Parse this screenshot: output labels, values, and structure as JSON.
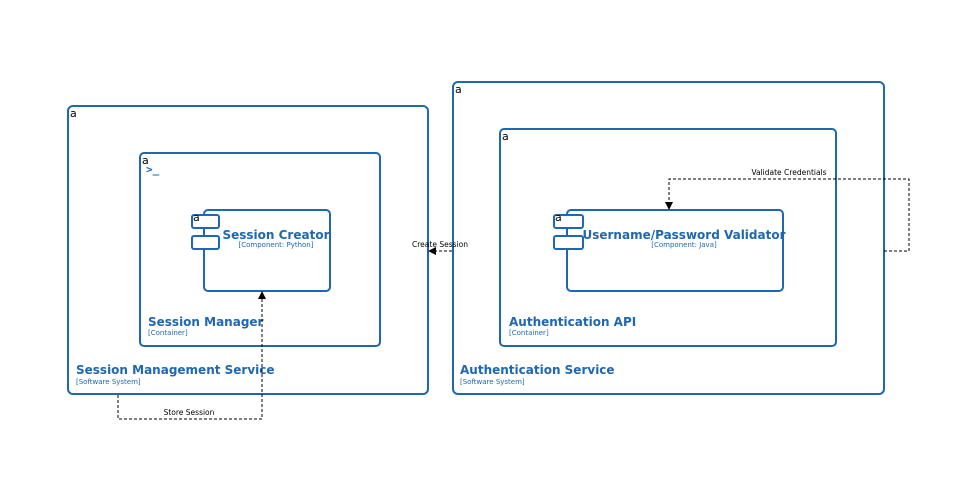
{
  "colors": {
    "accent": "#1f67b0",
    "edge": "#000000",
    "background": "#ffffff"
  },
  "systems": {
    "session_mgmt": {
      "title": "Session Management Service",
      "type": "[Software System]",
      "corner": "a"
    },
    "auth_service": {
      "title": "Authentication Service",
      "type": "[Software System]",
      "corner": "a"
    }
  },
  "containers": {
    "session_manager": {
      "title": "Session Manager",
      "type": "[Container]",
      "corner": "a",
      "icon": "terminal-icon",
      "icon_text": ">_"
    },
    "auth_api": {
      "title": "Authentication API",
      "type": "[Container]",
      "corner": "a"
    }
  },
  "components": {
    "session_creator": {
      "title": "Session Creator",
      "type": "[Component: Python]",
      "corner": "a",
      "icon": "component-icon"
    },
    "validator": {
      "title": "Username/Password Validator",
      "type": "[Component: Java]",
      "corner": "a",
      "icon": "component-icon"
    }
  },
  "relations": {
    "validate": {
      "label": "Validate Credentials"
    },
    "create": {
      "label": "Create Session"
    },
    "store": {
      "label": "Store Session"
    }
  }
}
